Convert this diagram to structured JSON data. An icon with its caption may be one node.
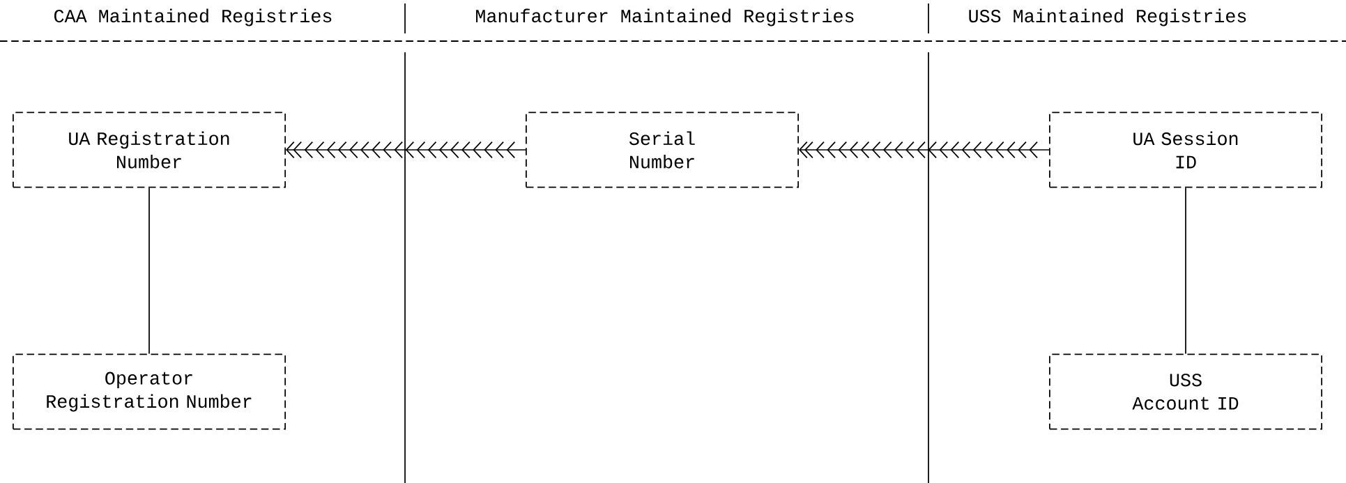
{
  "diagram": {
    "nodes": [
      {
        "text": [
          "UA Registration Number"
        ]
      },
      {
        "text": [
          "Serial Number"
        ]
      },
      {
        "text": [
          "UA Session ID"
        ]
      },
      {
        "text": [
          "Operator Registration Number"
        ]
      },
      {
        "text": [
          "USS Account ID"
        ]
      }
    ],
    "edges": [
      {
        "from": 1,
        "to": 0,
        "arrow": "to"
      },
      {
        "from": 2,
        "to": 1,
        "arrow": "to"
      },
      {
        "from": 0,
        "to": 3,
        "arrow": "none"
      },
      {
        "from": 2,
        "to": 4,
        "arrow": "none"
      }
    ],
    "labels": [
      "CAA Maintained Registries",
      "Manufacturer Maintained Registries",
      "USS Maintained Registries"
    ]
  }
}
